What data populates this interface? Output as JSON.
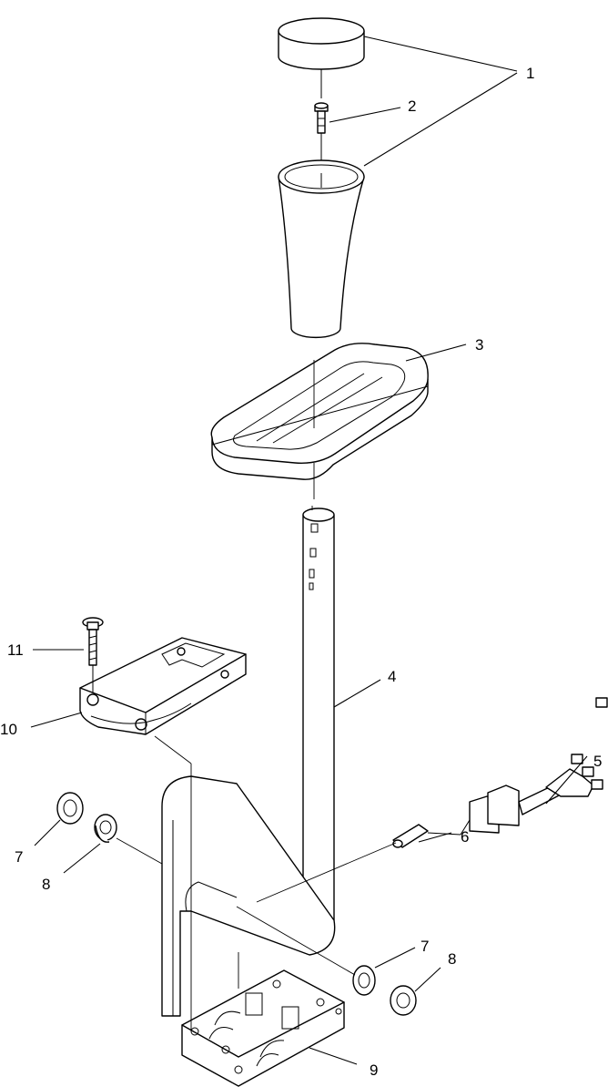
{
  "callouts": {
    "c1": "1",
    "c2": "2",
    "c3": "3",
    "c4": "4",
    "c5": "5",
    "c6": "6",
    "c7a": "7",
    "c7b": "7",
    "c8a": "8",
    "c8b": "8",
    "c9": "9",
    "c10": "10",
    "c11": "11"
  }
}
